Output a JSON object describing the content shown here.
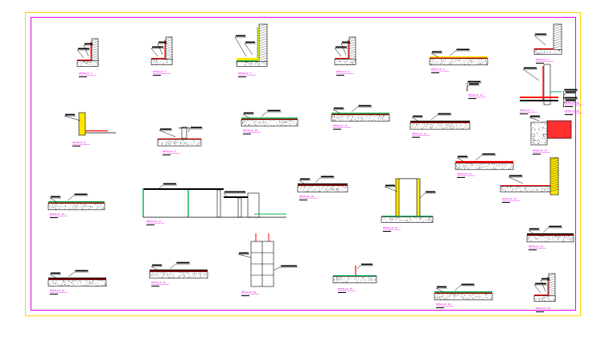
{
  "sheet": {
    "colors": {
      "outer_border": "#ffd400",
      "inner_border": "#e400e4",
      "paper": "#ffffff",
      "ink": "#000000",
      "membrane": "#ff0000",
      "insulation": "#00b050",
      "finish": "#ffe600",
      "label": "#e400e4"
    }
  },
  "details": [
    {
      "label": "DETALLE 1"
    },
    {
      "label": "DETALLE 2"
    },
    {
      "label": "DETALLE 3"
    },
    {
      "label": "DETALLE 4"
    },
    {
      "label": "DETALLE 5"
    },
    {
      "label": "DETALLE 6"
    },
    {
      "label": "DETALLE 7"
    },
    {
      "label": "DETALLE 8"
    },
    {
      "label": "DETALLE 9"
    },
    {
      "label": "DETALLE 10"
    },
    {
      "label": "DETALLE 11"
    },
    {
      "label": "DETALLE 12"
    },
    {
      "label": "DETALLE 13"
    },
    {
      "label": "DETALLE 14"
    },
    {
      "label": "DETALLE 15"
    },
    {
      "label": "DETALLE 16"
    },
    {
      "label": "DETALLE 17"
    },
    {
      "label": "DETALLE 18"
    },
    {
      "label": "DETALLE 19"
    },
    {
      "label": "DETALLE 20"
    },
    {
      "label": "DETALLE 21"
    },
    {
      "label": "DETALLE 22"
    },
    {
      "label": "DETALLE 23"
    },
    {
      "label": "DETALLE 24"
    },
    {
      "label": "DETALLE 25"
    },
    {
      "label": "DETALLE 26"
    },
    {
      "label": "DETALLE 27"
    },
    {
      "label": "DETALLE 28"
    },
    {
      "label": "DETALLE 29"
    }
  ]
}
